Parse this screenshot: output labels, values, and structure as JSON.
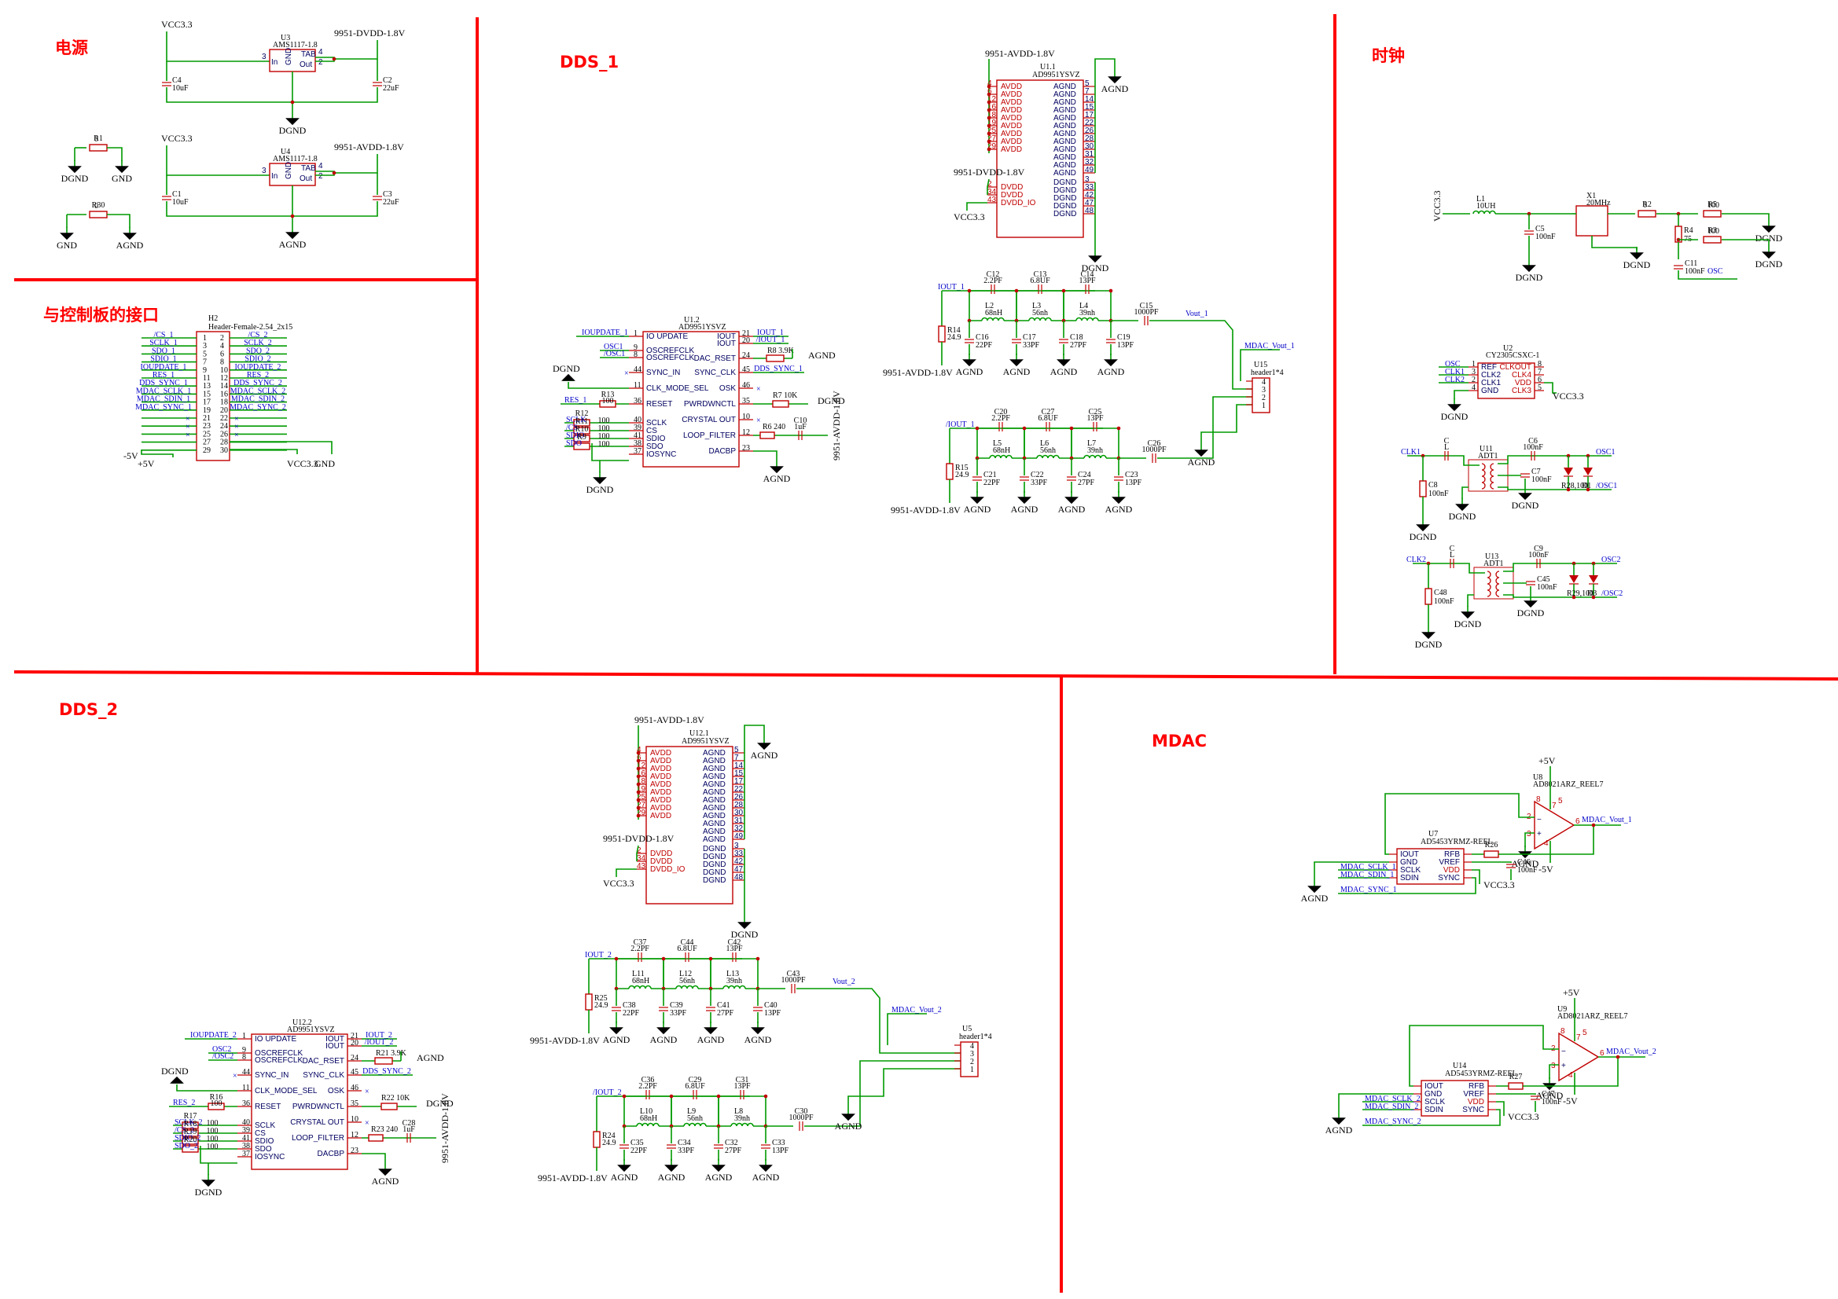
{
  "sections": {
    "power": "电源",
    "interface": "与控制板的接口",
    "dds1": "DDS_1",
    "clock": "时钟",
    "dds2": "DDS_2",
    "mdac": "MDAC"
  },
  "power": {
    "reg1": {
      "ref": "U3",
      "part": "AMS1117-1.8",
      "in_rail": "VCC3.3",
      "out_rail": "9951-DVDD-1.8V",
      "cin": "C4",
      "cin_val": "10uF",
      "cout": "C2",
      "cout_val": "22uF",
      "gnd": "DGND",
      "pins": [
        "3",
        "In",
        "GND",
        "TAB",
        "Out",
        "4",
        "2"
      ]
    },
    "reg2": {
      "ref": "U4",
      "part": "AMS1117-1.8",
      "in_rail": "VCC3.3",
      "out_rail": "9951-AVDD-1.8V",
      "cin": "C1",
      "cin_val": "10uF",
      "cout": "C3",
      "cout_val": "22uF",
      "gnd": "AGND",
      "pins": [
        "3",
        "In",
        "GND",
        "TAB",
        "Out",
        "4",
        "2"
      ]
    },
    "r1": {
      "ref": "R1",
      "val": "0",
      "left": "DGND",
      "right": "GND"
    },
    "r30": {
      "ref": "R30",
      "val": "0",
      "left": "GND",
      "right": "AGND"
    }
  },
  "header": {
    "ref": "H2",
    "part": "Header-Female-2.54_2x15",
    "left_nets": [
      "/CS_1",
      "SCLK_1",
      "SDO_1",
      "SDIO_1",
      "IOUPDATE_1",
      "RES_1",
      "DDS_SYNC_1",
      "MDAC_SCLK_1",
      "MDAC_SDIN_1",
      "MDAC_SYNC_1",
      "",
      "",
      "",
      "",
      ""
    ],
    "right_nets": [
      "/CS_2",
      "SCLK_2",
      "SDO_2",
      "SDIO_2",
      "IOUPDATE_2",
      "RES_2",
      "DDS_SYNC_2",
      "MDAC_SCLK_2",
      "MDAC_SDIN_2",
      "MDAC_SYNC_2",
      "",
      "",
      "",
      "",
      ""
    ],
    "left_pins": [
      "1",
      "3",
      "5",
      "7",
      "9",
      "11",
      "13",
      "15",
      "17",
      "19",
      "21",
      "23",
      "25",
      "27",
      "29"
    ],
    "right_pins": [
      "2",
      "4",
      "6",
      "8",
      "10",
      "12",
      "14",
      "16",
      "18",
      "20",
      "22",
      "24",
      "26",
      "28",
      "30"
    ],
    "bottom": [
      "-5V",
      "+5V",
      "VCC3.3",
      "GND"
    ]
  },
  "dds1": {
    "pwr": {
      "ref": "U1.1",
      "part": "AD9951YSVZ",
      "avdd": "9951-AVDD-1.8V",
      "dvdd": "9951-DVDD-1.8V",
      "vcc": "VCC3.3",
      "agnd": "AGND",
      "dgnd": "DGND",
      "avdd_pins": [
        "4",
        "6",
        "12",
        "16",
        "18",
        "19",
        "25",
        "27",
        "29"
      ],
      "agnd_pins": [
        "5",
        "7",
        "14",
        "15",
        "17",
        "22",
        "26",
        "28",
        "30",
        "31",
        "32",
        "49"
      ],
      "dvdd_pins": [
        "2",
        "34",
        "43"
      ],
      "dvdd_names": [
        "DVDD",
        "DVDD",
        "DVDD_IO"
      ],
      "dgnd_pins": [
        "3",
        "33",
        "42",
        "47",
        "48"
      ],
      "avdd_name": "AVDD",
      "agnd_name": "AGND",
      "dgnd_name": "DGND"
    },
    "logic": {
      "ref": "U1.2",
      "part": "AD9951YSVZ",
      "left": [
        {
          "pin": "1",
          "name": "IO UPDATE",
          "net": "IOUPDATE_1"
        },
        {
          "pin": "9",
          "name": "OSCREFCLK",
          "net": "OSC1"
        },
        {
          "pin": "8",
          "name": "OSCREFCLK",
          "net": "/OSC1"
        },
        {
          "pin": "44",
          "name": "SYNC_IN",
          "net": ""
        },
        {
          "pin": "11",
          "name": "CLK_MODE_SEL",
          "net": "DGND"
        },
        {
          "pin": "36",
          "name": "RESET",
          "net": "RES_1"
        },
        {
          "pin": "40",
          "name": "SCLK",
          "net": "SCLK"
        },
        {
          "pin": "39",
          "name": "CS",
          "net": "/CS"
        },
        {
          "pin": "41",
          "name": "SDIO",
          "net": "SDIO"
        },
        {
          "pin": "38",
          "name": "SDO",
          "net": "SDO"
        },
        {
          "pin": "37",
          "name": "IOSYNC",
          "net": ""
        }
      ],
      "right": [
        {
          "pin": "21",
          "name": "IOUT",
          "net": "IOUT_1"
        },
        {
          "pin": "20",
          "name": "IOUT",
          "net": "/IOUT_1"
        },
        {
          "pin": "24",
          "name": "DAC_RSET",
          "net": "R8 3.9K"
        },
        {
          "pin": "45",
          "name": "SYNC_CLK",
          "net": "DDS_SYNC_1"
        },
        {
          "pin": "46",
          "name": "OSK",
          "net": ""
        },
        {
          "pin": "35",
          "name": "PWRDWNCTL",
          "net": "R7 10K"
        },
        {
          "pin": "10",
          "name": "CRYSTAL OUT",
          "net": ""
        },
        {
          "pin": "12",
          "name": "LOOP_FILTER",
          "net": "R6 240"
        },
        {
          "pin": "23",
          "name": "DACBP",
          "net": "AGND"
        }
      ],
      "resistors": [
        "R12",
        "R11",
        "R10",
        "R9",
        "R13"
      ],
      "res_val": "100",
      "extras": {
        "c10": "C10",
        "c10_val": "1uF",
        "rail": "9951-AVDD-1.8V",
        "dgnd": "DGND",
        "agnd": "AGND"
      }
    },
    "filter": {
      "top": {
        "in": "IOUT_1",
        "rterm": "R14",
        "rterm_val": "24.9",
        "rail": "9951-AVDD-1.8V",
        "caps_series": [
          [
            "C12",
            "2.2PF"
          ],
          [
            "C13",
            "6.8UF"
          ],
          [
            "C14",
            "13PF"
          ]
        ],
        "inductors": [
          [
            "L2",
            "68nH"
          ],
          [
            "L3",
            "56nh"
          ],
          [
            "L4",
            "39nh"
          ]
        ],
        "shunts": [
          [
            "C16",
            "22PF"
          ],
          [
            "C17",
            "33PF"
          ],
          [
            "C18",
            "27PF"
          ],
          [
            "C19",
            "13PF"
          ]
        ],
        "cout": "C15",
        "cout_val": "1000PF",
        "out": "Vout_1"
      },
      "bot": {
        "in": "/IOUT_1",
        "rterm": "R15",
        "rterm_val": "24.9",
        "rail": "9951-AVDD-1.8V",
        "caps_series": [
          [
            "C20",
            "2.2PF"
          ],
          [
            "C27",
            "6.8UF"
          ],
          [
            "C25",
            "13PF"
          ]
        ],
        "inductors": [
          [
            "L5",
            "68nH"
          ],
          [
            "L6",
            "56nh"
          ],
          [
            "L7",
            "39nh"
          ]
        ],
        "shunts": [
          [
            "C21",
            "22PF"
          ],
          [
            "C22",
            "33PF"
          ],
          [
            "C24",
            "27PF"
          ],
          [
            "C23",
            "13PF"
          ]
        ],
        "cout": "C26",
        "cout_val": "1000PF"
      },
      "hdr": {
        "ref": "U15",
        "part": "header1*4",
        "net": "MDAC_Vout_1",
        "pins": [
          "4",
          "3",
          "2",
          "1"
        ]
      },
      "agnd": "AGND"
    }
  },
  "clock": {
    "vcc": "VCC3.3",
    "l1": [
      "L1",
      "10UH"
    ],
    "c5": [
      "C5",
      "100nF"
    ],
    "x1": [
      "X1",
      "20MHz"
    ],
    "r2": [
      "R2",
      "0"
    ],
    "r4": [
      "R4",
      "75"
    ],
    "r5": [
      "R5",
      "100"
    ],
    "r3": [
      "R3",
      "100"
    ],
    "c11": [
      "C11",
      "100nF"
    ],
    "osc_net": "OSC",
    "gnd": "DGND",
    "buf": {
      "ref": "U2",
      "part": "CY2305CSXC-1",
      "left": [
        "REF",
        "CLK2",
        "CLK1",
        "GND"
      ],
      "left_nets": [
        "OSC",
        "CLK1",
        "CLK2",
        ""
      ],
      "left_pins": [
        "1",
        "3",
        "2",
        "4"
      ],
      "right": [
        "CLKOUT",
        "CLK4",
        "VDD",
        "CLK3"
      ],
      "right_pins": [
        "8",
        "7",
        "6",
        "5"
      ],
      "vcc": "VCC3.3",
      "gnd": "DGND"
    },
    "bal1": {
      "ref": "U11",
      "part": "ADT1",
      "in": "CLK1",
      "c6": [
        "C6",
        "100nF"
      ],
      "c7": [
        "C7",
        "100nF"
      ],
      "c8": [
        "C8",
        "100nF"
      ],
      "r28": [
        "R28",
        "100"
      ],
      "d1": "D1",
      "d2": "D2",
      "out": "OSC1",
      "outn": "/OSC1",
      "gnd": "DGND"
    },
    "bal2": {
      "ref": "U13",
      "part": "ADT1",
      "in": "CLK2",
      "c9": [
        "C9",
        "100nF"
      ],
      "c45": [
        "C45",
        "100nF"
      ],
      "c48": [
        "C48",
        "100nF"
      ],
      "r29": [
        "R29",
        "100"
      ],
      "d3": "D3",
      "d4": "D4",
      "out": "OSC2",
      "outn": "/OSC2",
      "gnd": "DGND"
    }
  },
  "dds2": {
    "pwr": {
      "ref": "U12.1",
      "part": "AD9951YSVZ",
      "avdd": "9951-AVDD-1.8V",
      "dvdd": "9951-DVDD-1.8V",
      "vcc": "VCC3.3",
      "agnd": "AGND",
      "dgnd": "DGND",
      "avdd_pins": [
        "4",
        "6",
        "12",
        "16",
        "18",
        "19",
        "25",
        "27",
        "29"
      ],
      "agnd_pins": [
        "5",
        "7",
        "14",
        "15",
        "17",
        "22",
        "26",
        "28",
        "30",
        "31",
        "32",
        "49"
      ],
      "dvdd_pins": [
        "2",
        "34",
        "43"
      ],
      "dvdd_names": [
        "DVDD",
        "DVDD",
        "DVDD_IO"
      ],
      "dgnd_pins": [
        "3",
        "33",
        "42",
        "47",
        "48"
      ],
      "avdd_name": "AVDD",
      "agnd_name": "AGND",
      "dgnd_name": "DGND"
    },
    "logic": {
      "ref": "U12.2",
      "part": "AD9951YSVZ",
      "left": [
        {
          "pin": "1",
          "name": "IO UPDATE",
          "net": "IOUPDATE_2"
        },
        {
          "pin": "9",
          "name": "OSCREFCLK",
          "net": "OSC2"
        },
        {
          "pin": "8",
          "name": "OSCREFCLK",
          "net": "/OSC2"
        },
        {
          "pin": "44",
          "name": "SYNC_IN",
          "net": ""
        },
        {
          "pin": "11",
          "name": "CLK_MODE_SEL",
          "net": "DGND"
        },
        {
          "pin": "36",
          "name": "RESET",
          "net": "RES_2"
        },
        {
          "pin": "40",
          "name": "SCLK",
          "net": "SCLK_2"
        },
        {
          "pin": "39",
          "name": "CS",
          "net": "/CS_2"
        },
        {
          "pin": "41",
          "name": "SDIO",
          "net": "SDIO_2"
        },
        {
          "pin": "38",
          "name": "SDO",
          "net": "SDO_2"
        },
        {
          "pin": "37",
          "name": "IOSYNC",
          "net": ""
        }
      ],
      "right": [
        {
          "pin": "21",
          "name": "IOUT",
          "net": "IOUT_2"
        },
        {
          "pin": "20",
          "name": "IOUT",
          "net": "/IOUT_2"
        },
        {
          "pin": "24",
          "name": "DAC_RSET",
          "net": "R21 3.9K"
        },
        {
          "pin": "45",
          "name": "SYNC_CLK",
          "net": "DDS_SYNC_2"
        },
        {
          "pin": "46",
          "name": "OSK",
          "net": ""
        },
        {
          "pin": "35",
          "name": "PWRDWNCTL",
          "net": "R22 10K"
        },
        {
          "pin": "10",
          "name": "CRYSTAL OUT",
          "net": ""
        },
        {
          "pin": "12",
          "name": "LOOP_FILTER",
          "net": "R23 240"
        },
        {
          "pin": "23",
          "name": "DACBP",
          "net": "AGND"
        }
      ],
      "resistors": [
        "R17",
        "R18",
        "R19",
        "R20",
        "R16"
      ],
      "res_val": "100",
      "extras": {
        "c10": "C28",
        "c10_val": "1uF",
        "rail": "9951-AVDD-1.8V",
        "dgnd": "DGND",
        "agnd": "AGND"
      }
    },
    "filter": {
      "top": {
        "in": "IOUT_2",
        "rterm": "R25",
        "rterm_val": "24.9",
        "rail": "9951-AVDD-1.8V",
        "caps_series": [
          [
            "C37",
            "2.2PF"
          ],
          [
            "C44",
            "6.8UF"
          ],
          [
            "C42",
            "13PF"
          ]
        ],
        "inductors": [
          [
            "L11",
            "68nH"
          ],
          [
            "L12",
            "56nh"
          ],
          [
            "L13",
            "39nh"
          ]
        ],
        "shunts": [
          [
            "C38",
            "22PF"
          ],
          [
            "C39",
            "33PF"
          ],
          [
            "C41",
            "27PF"
          ],
          [
            "C40",
            "13PF"
          ]
        ],
        "cout": "C43",
        "cout_val": "1000PF",
        "out": "Vout_2"
      },
      "bot": {
        "in": "/IOUT_2",
        "rterm": "R24",
        "rterm_val": "24.9",
        "rail": "9951-AVDD-1.8V",
        "caps_series": [
          [
            "C36",
            "2.2PF"
          ],
          [
            "C29",
            "6.8UF"
          ],
          [
            "C31",
            "13PF"
          ]
        ],
        "inductors": [
          [
            "L10",
            "68nH"
          ],
          [
            "L9",
            "56nh"
          ],
          [
            "L8",
            "39nh"
          ]
        ],
        "shunts": [
          [
            "C35",
            "22PF"
          ],
          [
            "C34",
            "33PF"
          ],
          [
            "C32",
            "27PF"
          ],
          [
            "C33",
            "13PF"
          ]
        ],
        "cout": "C30",
        "cout_val": "1000PF"
      },
      "hdr": {
        "ref": "U5",
        "part": "header1*4",
        "net": "MDAC_Vout_2",
        "pins": [
          "4",
          "3",
          "2",
          "1"
        ]
      },
      "agnd": "AGND"
    }
  },
  "mdac": {
    "ch1": {
      "amp": "U8",
      "amp_part": "AD8021ARZ_REEL7",
      "dac": "U7",
      "dac_part": "AD5453YRMZ-REEL",
      "vp": "+5V",
      "vn": "-5V",
      "rfb_r": "R26",
      "c": "C46",
      "c_val": "100nF",
      "out": "MDAC_Vout_1",
      "left": [
        "IOUT",
        "GND",
        "SCLK",
        "SDIN"
      ],
      "right": [
        "RFB",
        "VREF",
        "VDD",
        "SYNC"
      ],
      "nets": [
        "MDAC_SCLK_1",
        "MDAC_SDIN_1",
        "MDAC_SYNC_1"
      ],
      "vcc": "VCC3.3",
      "agnd": "AGND"
    },
    "ch2": {
      "amp": "U9",
      "amp_part": "AD8021ARZ_REEL7",
      "dac": "U14",
      "dac_part": "AD5453YRMZ-REEL",
      "vp": "+5V",
      "vn": "-5V",
      "rfb_r": "R27",
      "c": "C47",
      "c_val": "100nF",
      "out": "MDAC_Vout_2",
      "left": [
        "IOUT",
        "GND",
        "SCLK",
        "SDIN"
      ],
      "right": [
        "RFB",
        "VREF",
        "VDD",
        "SYNC"
      ],
      "nets": [
        "MDAC_SCLK_2",
        "MDAC_SDIN_2",
        "MDAC_SYNC_2"
      ],
      "vcc": "VCC3.3",
      "agnd": "AGND"
    }
  }
}
